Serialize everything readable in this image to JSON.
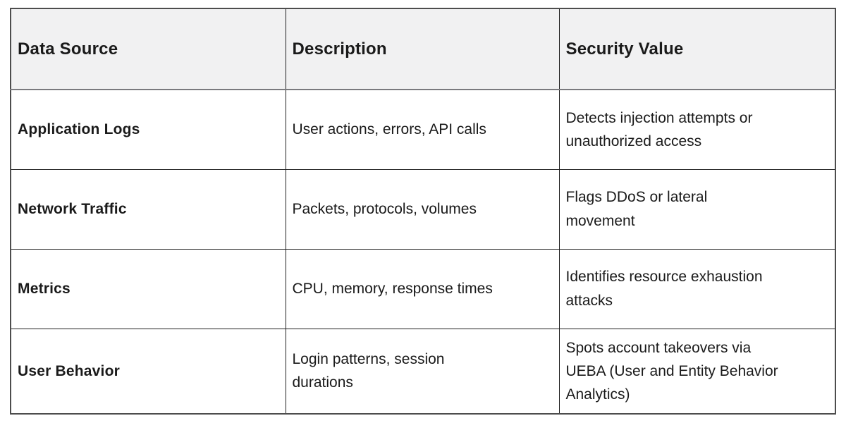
{
  "colors": {
    "page_bg": "#ffffff",
    "header_bg": "#f1f1f2",
    "body_bg": "#ffffff",
    "outer_border": "#4d4d4d",
    "inner_border": "#1f1f1f",
    "header_divider": "#7a7a7e",
    "text": "#1a1a1a"
  },
  "table": {
    "columns": [
      "Data Source",
      "Description",
      "Security Value"
    ],
    "rows": [
      {
        "data_source": "Application Logs",
        "description": "User actions, errors, API calls",
        "security_value": "Detects injection attempts or\nunauthorized access"
      },
      {
        "data_source": "Network Traffic",
        "description": "Packets, protocols, volumes",
        "security_value": "Flags DDoS or lateral\nmovement"
      },
      {
        "data_source": "Metrics",
        "description": "CPU, memory, response times",
        "security_value": "Identifies resource exhaustion\nattacks"
      },
      {
        "data_source": "User Behavior",
        "description": "Login patterns, session\ndurations",
        "security_value": "Spots account takeovers via\nUEBA (User and Entity Behavior\nAnalytics)"
      }
    ]
  }
}
